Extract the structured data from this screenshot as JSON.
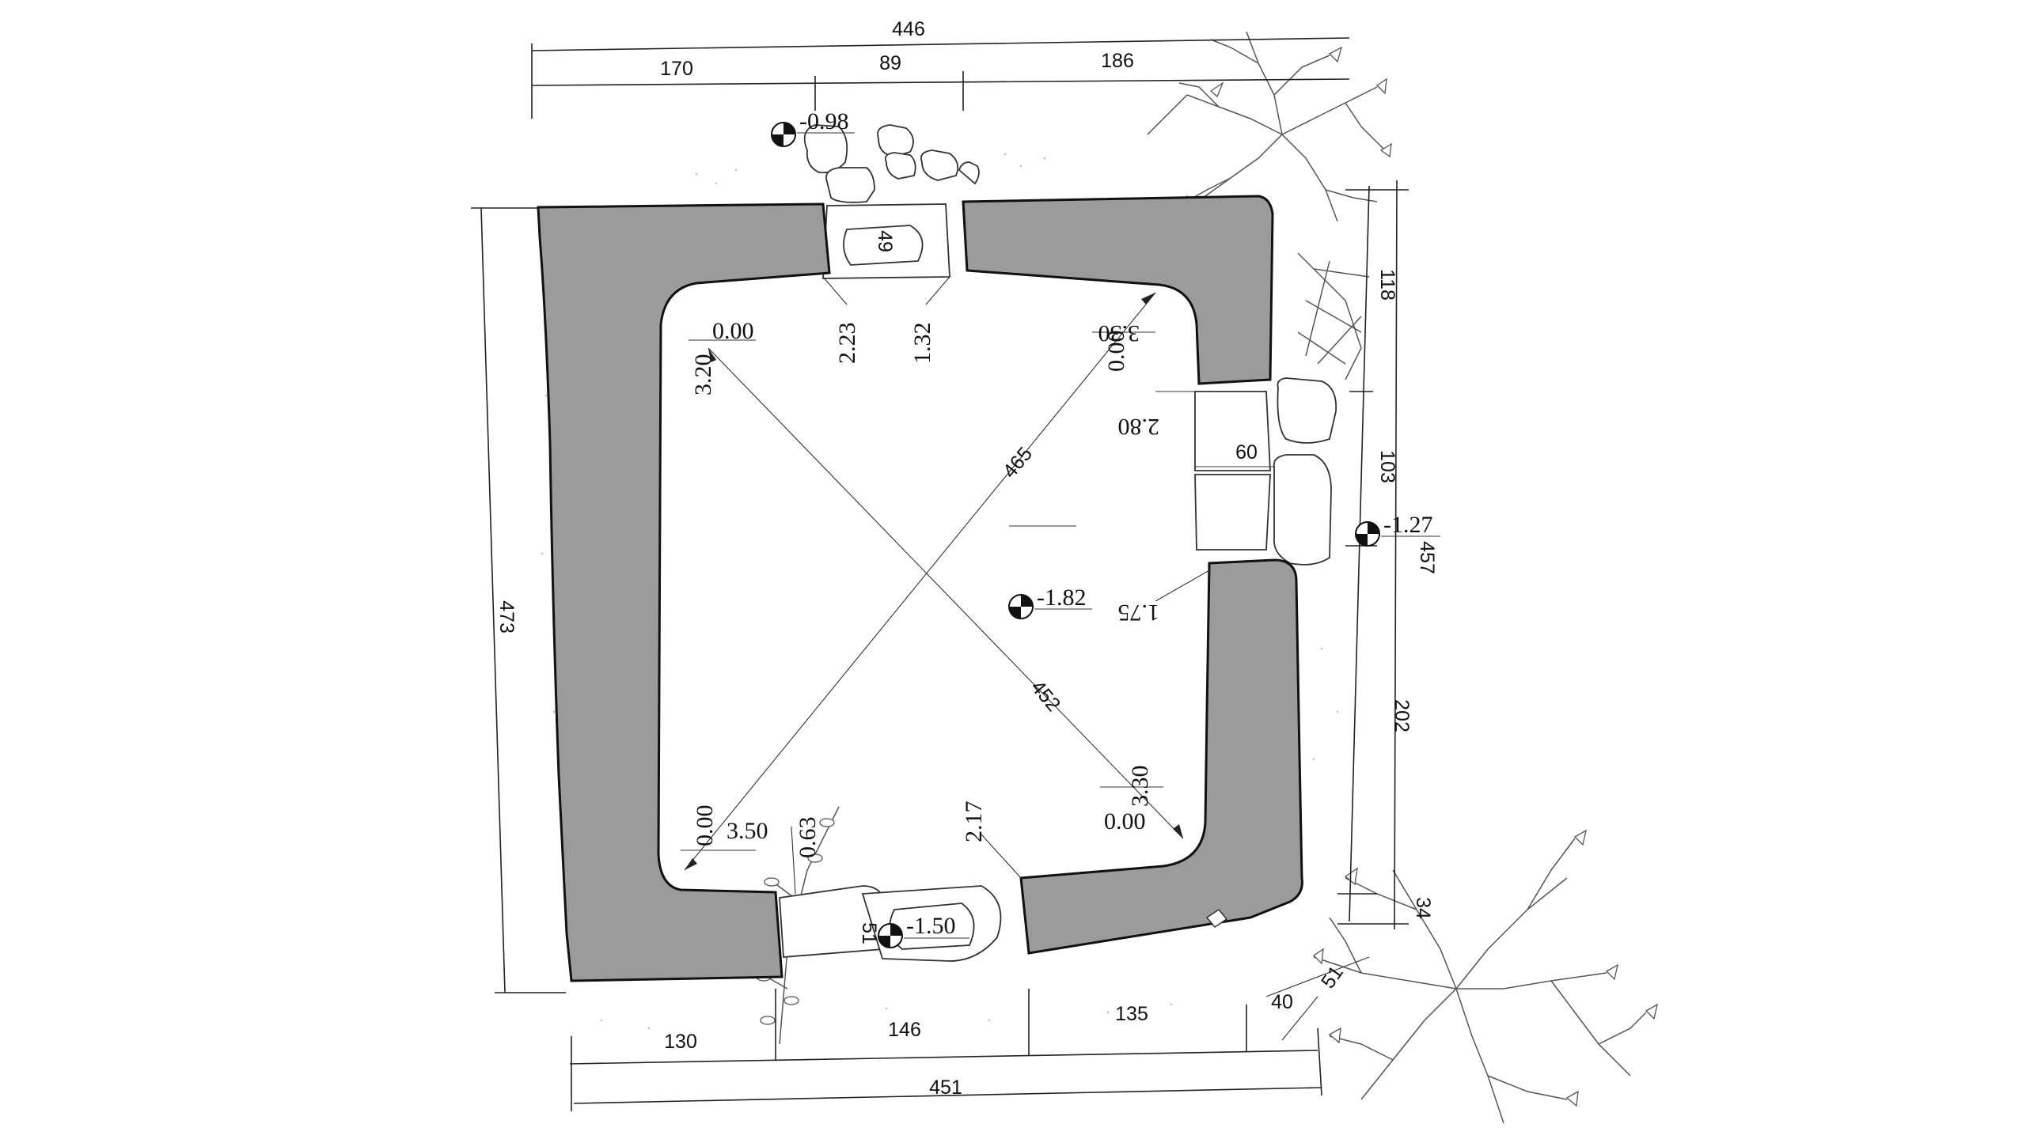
{
  "dimensions": {
    "top_overall": "446",
    "top_left": "170",
    "top_mid": "89",
    "top_right": "186",
    "left_overall": "473",
    "bottom_overall": "451",
    "bottom_left": "130",
    "bottom_mid": "146",
    "bottom_right": "135",
    "bottom_40": "40",
    "bottom_51": "51",
    "right_overall": "457",
    "right_118": "118",
    "right_103": "103",
    "right_202": "202",
    "right_34": "34",
    "opening_top_width": "49",
    "opening_right_width": "60",
    "opening_bottom_width": "51",
    "diagonal_1": "465",
    "diagonal_2": "452"
  },
  "levels": {
    "top_entrance": "-0.98",
    "right_entrance": "-1.27",
    "center": "-1.82",
    "bottom_entrance": "-1.50"
  },
  "annotations": {
    "nw_a": "3.20",
    "nw_b": "0.00",
    "top_223": "2.23",
    "top_132": "1.32",
    "ne_a": "0.00",
    "ne_b": "3.30",
    "right_280": "2.80",
    "right_175": "1.75",
    "se_a": "3.30",
    "se_b": "0.00",
    "sw_a": "0.00",
    "sw_b": "3.50",
    "bottom_063": "0.63",
    "bottom_217": "2.17"
  }
}
